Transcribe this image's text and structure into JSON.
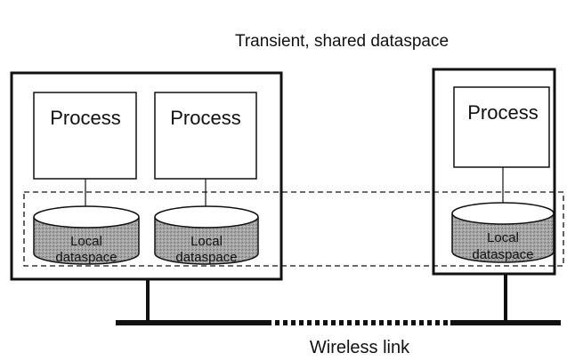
{
  "title": "Transient, shared dataspace",
  "footer_label": "Wireless link",
  "processes": [
    {
      "label": "Process"
    },
    {
      "label": "Process"
    },
    {
      "label": "Process"
    }
  ],
  "dataspaces": [
    {
      "line1": "Local",
      "line2": "dataspace"
    },
    {
      "line1": "Local",
      "line2": "dataspace"
    },
    {
      "line1": "Local",
      "line2": "dataspace"
    }
  ],
  "colors": {
    "ink": "#111111",
    "cylinder_fill": "#9a9a9a",
    "cylinder_top": "#ffffff",
    "background": "#ffffff"
  }
}
